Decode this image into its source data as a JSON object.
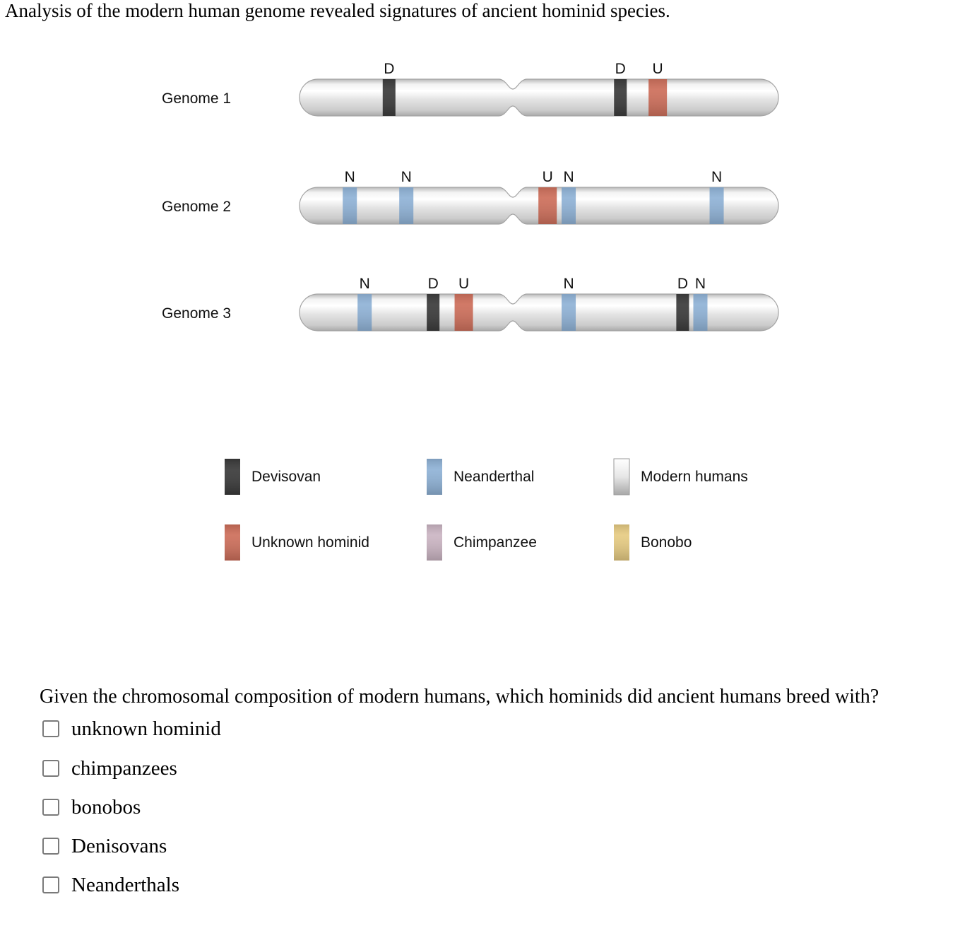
{
  "intro_text": "Analysis of the modern human genome revealed signatures of ancient hominid species.",
  "colors": {
    "D": "#3a3a3a",
    "N": "#8fb2d6",
    "U": "#cd6e5a",
    "chimpanzee": "#cbb5c3",
    "bonobo": "#e6cb82",
    "modern": "#e8e8e8"
  },
  "genomes": [
    {
      "label": "Genome 1",
      "markers": [
        {
          "key": "D",
          "pos": 0.187
        },
        {
          "key": "D",
          "pos": 0.67
        },
        {
          "key": "U",
          "pos": 0.748
        }
      ]
    },
    {
      "label": "Genome 2",
      "markers": [
        {
          "key": "N",
          "pos": 0.105
        },
        {
          "key": "N",
          "pos": 0.223
        },
        {
          "key": "U",
          "pos": 0.518
        },
        {
          "key": "N",
          "pos": 0.562
        },
        {
          "key": "N",
          "pos": 0.871
        }
      ]
    },
    {
      "label": "Genome 3",
      "markers": [
        {
          "key": "N",
          "pos": 0.136
        },
        {
          "key": "D",
          "pos": 0.279
        },
        {
          "key": "U",
          "pos": 0.343
        },
        {
          "key": "N",
          "pos": 0.562
        },
        {
          "key": "D",
          "pos": 0.8
        },
        {
          "key": "N",
          "pos": 0.837
        }
      ]
    }
  ],
  "legend": [
    {
      "label": "Devisovan",
      "color": "#3a3a3a"
    },
    {
      "label": "Neanderthal",
      "color": "#8fb2d6"
    },
    {
      "label": "Modern humans",
      "color": "#e8e8e8"
    },
    {
      "label": "Unknown hominid",
      "color": "#cd6e5a"
    },
    {
      "label": "Chimpanzee",
      "color": "#cbb5c3"
    },
    {
      "label": "Bonobo",
      "color": "#e6cb82"
    }
  ],
  "question": "Given the chromosomal composition of modern humans, which hominids did ancient humans breed with?",
  "options": [
    "unknown hominid",
    "chimpanzees",
    "bonobos",
    "Denisovans",
    "Neanderthals"
  ]
}
